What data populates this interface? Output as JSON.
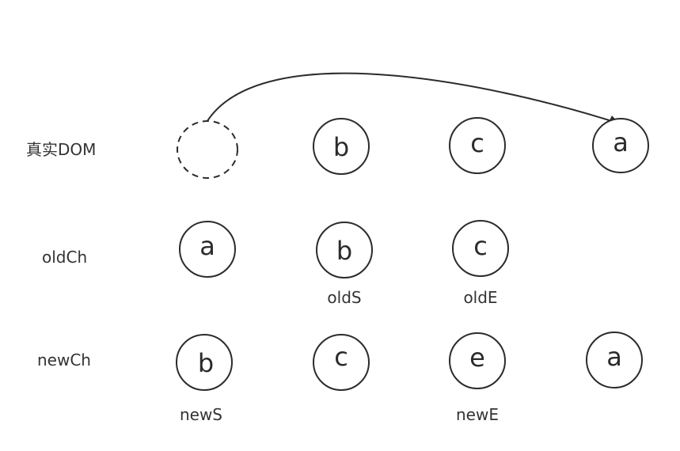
{
  "rows": {
    "real_dom": {
      "label": "真实DOM",
      "nodes": [
        "",
        "b",
        "c",
        "a"
      ]
    },
    "old_ch": {
      "label": "oldCh",
      "nodes": [
        "a",
        "b",
        "c"
      ]
    },
    "new_ch": {
      "label": "newCh",
      "nodes": [
        "b",
        "c",
        "e",
        "a"
      ]
    }
  },
  "pointers": {
    "old_start": "oldS",
    "old_end": "oldE",
    "new_start": "newS",
    "new_end": "newE"
  },
  "colors": {
    "stroke": "#2b2b2b",
    "text": "#333333"
  }
}
